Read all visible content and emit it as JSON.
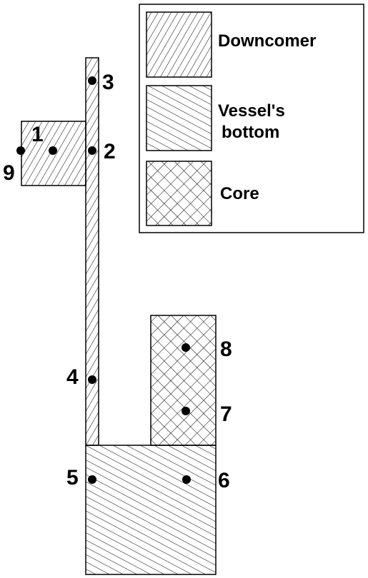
{
  "legend": {
    "items": [
      {
        "key": "downcomer",
        "lines": [
          "Downcomer"
        ]
      },
      {
        "key": "vessel_bottom",
        "lines": [
          "Vessel's",
          "bottom"
        ]
      },
      {
        "key": "core",
        "lines": [
          "Core"
        ]
      }
    ]
  },
  "points": [
    {
      "id": "1",
      "label": "1"
    },
    {
      "id": "2",
      "label": "2"
    },
    {
      "id": "3",
      "label": "3"
    },
    {
      "id": "4",
      "label": "4"
    },
    {
      "id": "5",
      "label": "5"
    },
    {
      "id": "6",
      "label": "6"
    },
    {
      "id": "7",
      "label": "7"
    },
    {
      "id": "8",
      "label": "8"
    },
    {
      "id": "9",
      "label": "9"
    }
  ],
  "colors": {
    "stroke": "#000000",
    "background": "#ffffff"
  }
}
